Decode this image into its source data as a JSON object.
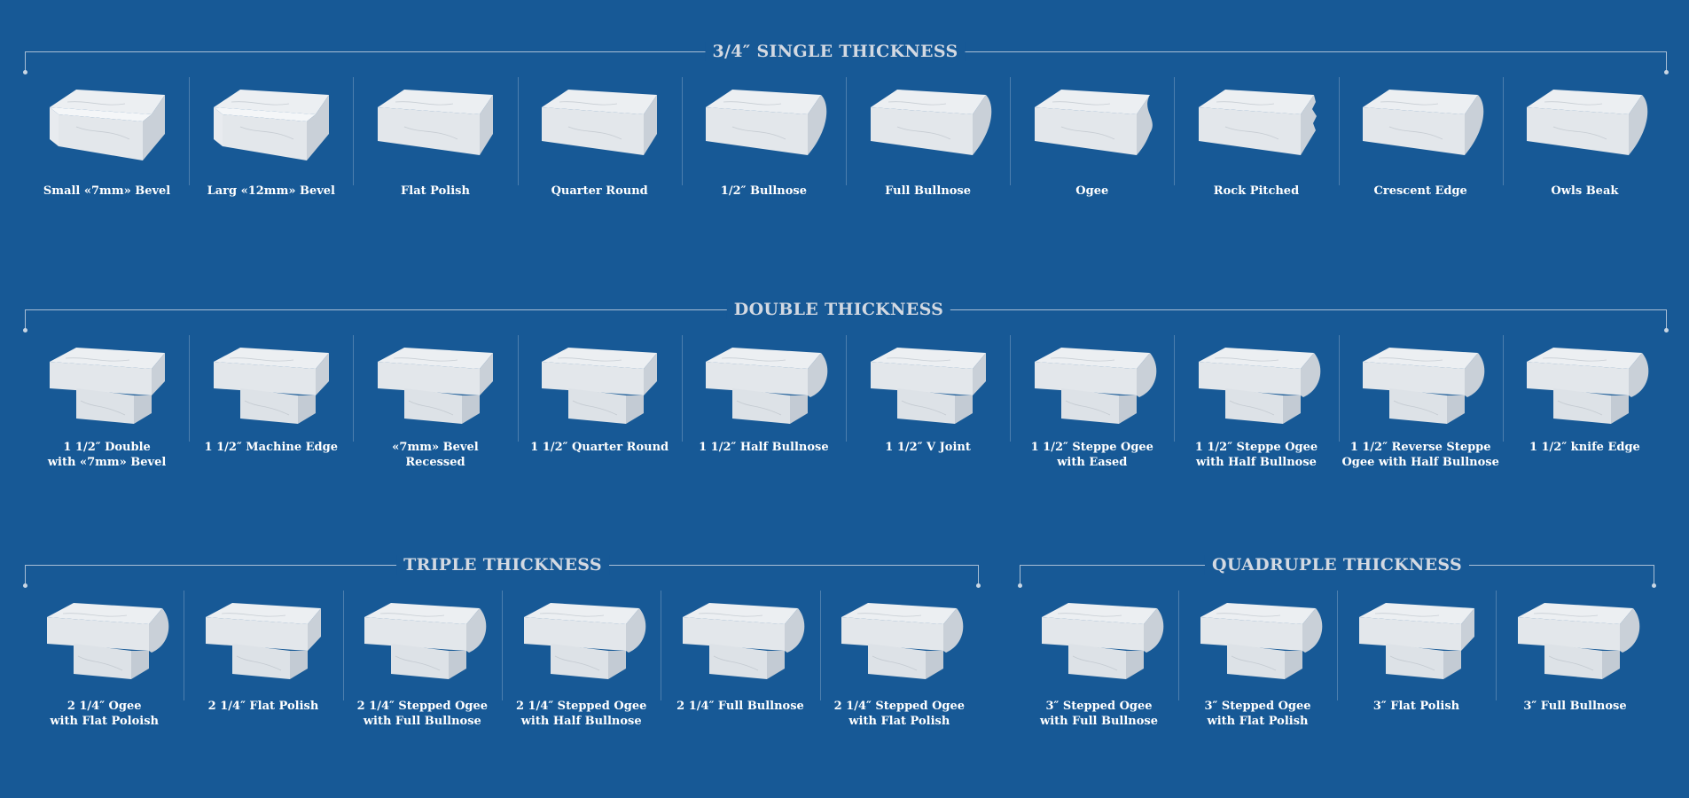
{
  "colors": {
    "background": "#175996",
    "stone": "#eceff2",
    "stone_side": "#c9d0d8",
    "text": "#ffffff",
    "heading": "#d3d9e2",
    "rule": "#a9bfd6"
  },
  "sections": [
    {
      "id": "single",
      "title": "3/4″ SINGLE THICKNESS",
      "items": [
        {
          "label": "Small «7mm» Bevel",
          "profile": "small-bevel"
        },
        {
          "label": "Larg «12mm» Bevel",
          "profile": "large-bevel"
        },
        {
          "label": "Flat Polish",
          "profile": "flat"
        },
        {
          "label": "Quarter Round",
          "profile": "quarter-round"
        },
        {
          "label": "1/2″ Bullnose",
          "profile": "half-bullnose"
        },
        {
          "label": "Full Bullnose",
          "profile": "full-bullnose"
        },
        {
          "label": "Ogee",
          "profile": "ogee"
        },
        {
          "label": "Rock Pitched",
          "profile": "rock-pitched"
        },
        {
          "label": "Crescent Edge",
          "profile": "crescent"
        },
        {
          "label": "Owls Beak",
          "profile": "owls-beak"
        }
      ]
    },
    {
      "id": "double",
      "title": "DOUBLE THICKNESS",
      "items": [
        {
          "label": "1 1/2″ Double\nwith «7mm» Bevel",
          "profile": "d-bevel"
        },
        {
          "label": "1 1/2″ Machine Edge",
          "profile": "d-machine"
        },
        {
          "label": "«7mm» Bevel\nRecessed",
          "profile": "d-recessed"
        },
        {
          "label": "1 1/2″ Quarter Round",
          "profile": "d-quarter"
        },
        {
          "label": "1 1/2″ Half Bullnose",
          "profile": "d-half-bullnose"
        },
        {
          "label": "1 1/2″ V Joint",
          "profile": "d-vjoint"
        },
        {
          "label": "1 1/2″ Steppe Ogee\nwith Eased",
          "profile": "d-ogee-eased"
        },
        {
          "label": "1 1/2″ Steppe Ogee\nwith Half Bullnose",
          "profile": "d-ogee-bullnose"
        },
        {
          "label": "1 1/2″ Reverse Steppe\nOgee with Half Bullnose",
          "profile": "d-reverse"
        },
        {
          "label": "1 1/2″ knife Edge",
          "profile": "d-knife"
        }
      ]
    },
    {
      "id": "triple",
      "title": "TRIPLE THICKNESS",
      "items": [
        {
          "label": "2 1/4″ Ogee\nwith Flat Poloish",
          "profile": "t-ogee"
        },
        {
          "label": "2 1/4″ Flat Polish",
          "profile": "t-flat"
        },
        {
          "label": "2 1/4″ Stepped Ogee\nwith Full Bullnose",
          "profile": "t-stepped-full"
        },
        {
          "label": "2 1/4″ Stepped Ogee\nwith Half Bullnose",
          "profile": "t-stepped-half"
        },
        {
          "label": "2 1/4″ Full Bullnose",
          "profile": "t-full-bullnose"
        },
        {
          "label": "2 1/4″ Stepped Ogee\nwith Flat Polish",
          "profile": "t-stepped-flat"
        }
      ]
    },
    {
      "id": "quadruple",
      "title": "QUADRUPLE THICKNESS",
      "items": [
        {
          "label": "3″ Stepped Ogee\nwith Full Bullnose",
          "profile": "q-stepped-full"
        },
        {
          "label": "3″ Stepped Ogee\nwith Flat Polish",
          "profile": "q-stepped-flat"
        },
        {
          "label": "3″ Flat Polish",
          "profile": "q-flat"
        },
        {
          "label": "3″ Full Bullnose",
          "profile": "q-full-bullnose"
        }
      ]
    }
  ]
}
